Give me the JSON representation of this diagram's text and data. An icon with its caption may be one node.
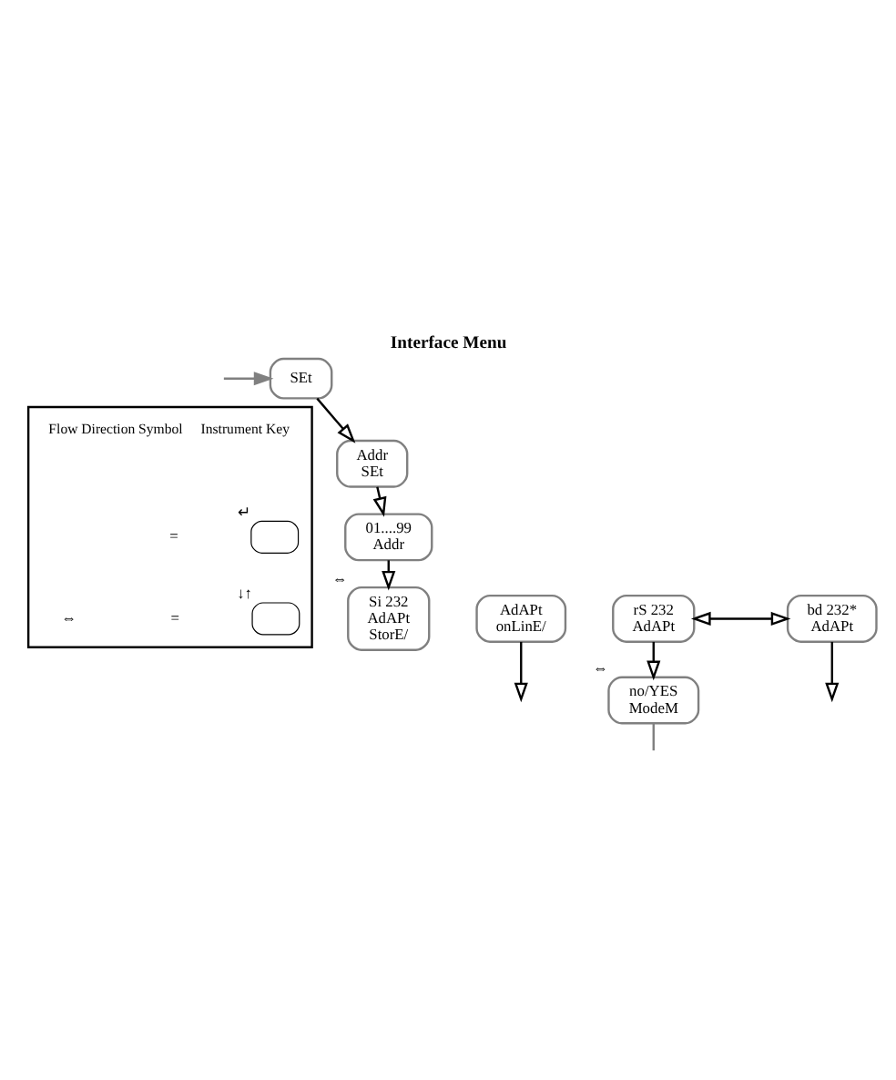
{
  "diagram": {
    "title": "Interface Menu",
    "nodes": [
      {
        "text": [
          "SEt"
        ]
      },
      {
        "text": [
          "Addr",
          "SEt"
        ]
      },
      {
        "text": [
          "01....99",
          "Addr"
        ]
      },
      {
        "text": [
          "Si 232",
          "AdAPt",
          "StorE/"
        ],
        "beside": [
          "⇔"
        ]
      },
      {
        "text": [
          "AdAPt",
          "onLinE/"
        ]
      },
      {
        "text": [
          "rS 232",
          "AdAPt"
        ]
      },
      {
        "text": [
          "bd 232*",
          "AdAPt"
        ]
      },
      {
        "text": [
          "no/YES",
          "ModeM"
        ],
        "beside": [
          "⇔"
        ]
      },
      {
        "text": [
          "Flow Direction Symbol",
          "Instrument Key"
        ]
      },
      {
        "text": [],
        "shape": "box",
        "in": 8,
        "beside": [
          "↵"
        ]
      },
      {
        "text": [],
        "shape": "box",
        "in": 8,
        "beside": [
          "↓↑"
        ]
      }
    ],
    "edges": [
      {
        "from": null,
        "to": 0,
        "arrow": "to",
        "color": "#808080"
      },
      {
        "from": 0,
        "to": 1,
        "arrow": "to"
      },
      {
        "from": 1,
        "to": 2,
        "arrow": "to"
      },
      {
        "from": 2,
        "to": 3,
        "arrow": "to"
      },
      {
        "from": 5,
        "to": 6,
        "arrow": "both"
      },
      {
        "from": 4,
        "to": null,
        "arrow": "to"
      },
      {
        "from": 5,
        "to": 7,
        "arrow": "to"
      },
      {
        "from": 6,
        "to": null,
        "arrow": "to"
      },
      {
        "from": 7,
        "to": null,
        "arrow": "none",
        "color": "#808080"
      }
    ],
    "labels": [
      "=",
      "⇔",
      "="
    ]
  }
}
